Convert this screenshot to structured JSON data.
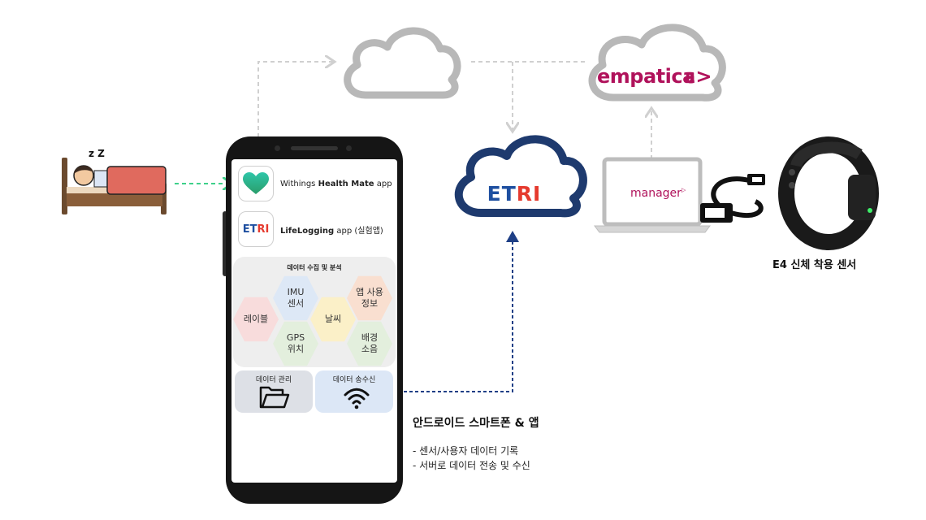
{
  "apps": [
    {
      "name_regular": "Withings",
      "name_bold": "Health Mate",
      "suffix": "app"
    },
    {
      "name_bold": "LifeLogging",
      "suffix": "app (실험앱)"
    }
  ],
  "etri_logo": {
    "part1": "ET",
    "part2": "RI"
  },
  "analysis": {
    "title": "데이터 수집 및 분석",
    "cells": [
      {
        "id": "label",
        "line1": "레이블",
        "line2": "",
        "color": "#f8dcdc"
      },
      {
        "id": "imu",
        "line1": "IMU",
        "line2": "센서",
        "color": "#dde8f6"
      },
      {
        "id": "gps",
        "line1": "GPS",
        "line2": "위치",
        "color": "#e3efdd"
      },
      {
        "id": "weather",
        "line1": "날씨",
        "line2": "",
        "color": "#fbf0c8"
      },
      {
        "id": "app-usage",
        "line1": "앱 사용",
        "line2": "정보",
        "color": "#f9dfd0"
      },
      {
        "id": "noise",
        "line1": "배경",
        "line2": "소음",
        "color": "#e3efdd"
      }
    ]
  },
  "tiles": {
    "data_management": "데이터 관리",
    "data_transfer": "데이터 송수신"
  },
  "cloud_logos": {
    "empatica": "empatica",
    "empatica_mark": "ε>"
  },
  "laptop": {
    "screen_text": "manager",
    "screen_mark": "▷"
  },
  "sleep_icon": {
    "zz": "z Z"
  },
  "e4_caption": "E4 신체 착용 센서",
  "smartphone_caption": {
    "title": "안드로이드 스마트폰 & 앱",
    "lines": [
      "- 센서/사용자 데이터 기록",
      "- 서버로 데이터 전송 및 수신"
    ]
  },
  "colors": {
    "etri_blue": "#1e4fa0",
    "etri_red": "#e53a2e",
    "empatica_magenta": "#b0125b",
    "cloud_gray": "#b5b5b5",
    "arrow_green": "#3ed08a",
    "arrow_navy": "#1e3f86"
  }
}
